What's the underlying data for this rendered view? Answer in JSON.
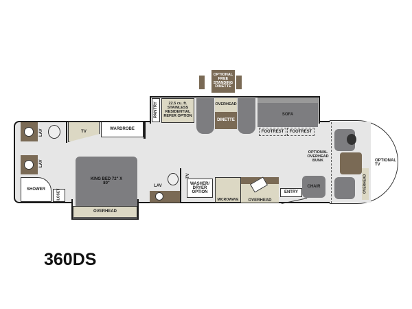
{
  "model": "360DS",
  "labels": {
    "optional_dinette": "OPTIONAL FREE STANDING DINETTE",
    "pantry": "PANTRY",
    "refer": "22.5 cu. ft. STAINLESS RESIDENTIAL REFER OPTION",
    "overhead_dinette": "OVERHEAD",
    "dinette": "DINETTE",
    "sofa": "SOFA",
    "footrest_1": "FOOTREST",
    "footrest_2": "FOOTREST",
    "lav_rear_1": "LAV",
    "lav_rear_2": "LAV",
    "tv_bedroom": "TV",
    "wardrobe": "WARDROBE",
    "shower": "SHOWER",
    "closet": "CLOSET",
    "king_bed": "KING BED 72\" X 80\"",
    "overhead_bed": "OVERHEAD",
    "lav_mid": "LAV",
    "tv_mid": "TV",
    "washer_dryer": "WASHER/ DRYER OPTION",
    "microwave": "MICROWAVE",
    "overhead_kitchen": "OVERHEAD",
    "entry": "ENTRY",
    "chair": "CHAIR",
    "optional_bunk": "OPTIONAL OVERHEAD BUNK",
    "optional_tv": "OPTIONAL TV",
    "overhead_cab": "OVERHEAD"
  },
  "colors": {
    "wall": "#1a1a1a",
    "floor": "#e6e6e6",
    "cabinet": "#7a6a55",
    "counter": "#dcd8c4",
    "furniture": "#7d7d80"
  }
}
